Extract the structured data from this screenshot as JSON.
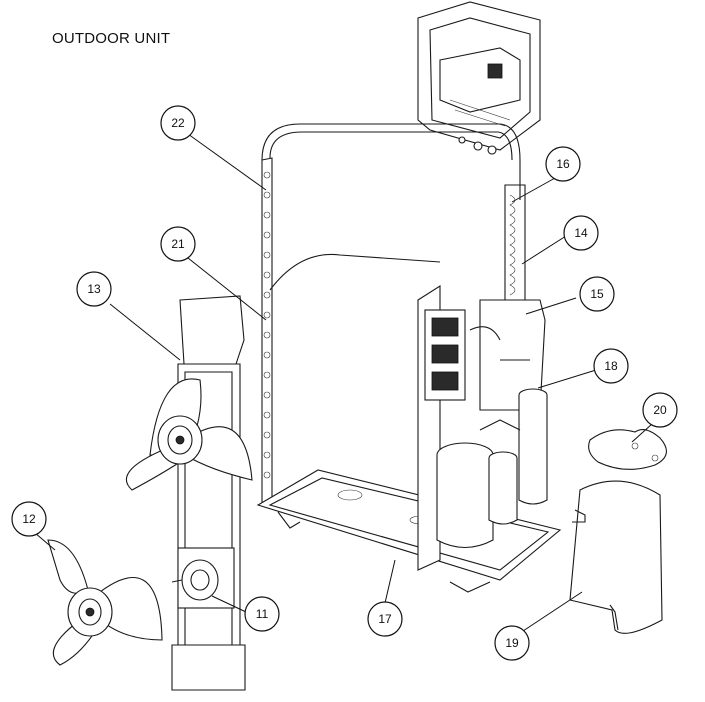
{
  "title": "OUTDOOR UNIT",
  "callouts": [
    {
      "id": "c11",
      "label": "11"
    },
    {
      "id": "c12",
      "label": "12"
    },
    {
      "id": "c13",
      "label": "13"
    },
    {
      "id": "c14",
      "label": "14"
    },
    {
      "id": "c15",
      "label": "15"
    },
    {
      "id": "c16",
      "label": "16"
    },
    {
      "id": "c17",
      "label": "17"
    },
    {
      "id": "c18",
      "label": "18"
    },
    {
      "id": "c19",
      "label": "19"
    },
    {
      "id": "c20",
      "label": "20"
    },
    {
      "id": "c21",
      "label": "21"
    },
    {
      "id": "c22",
      "label": "22"
    }
  ]
}
